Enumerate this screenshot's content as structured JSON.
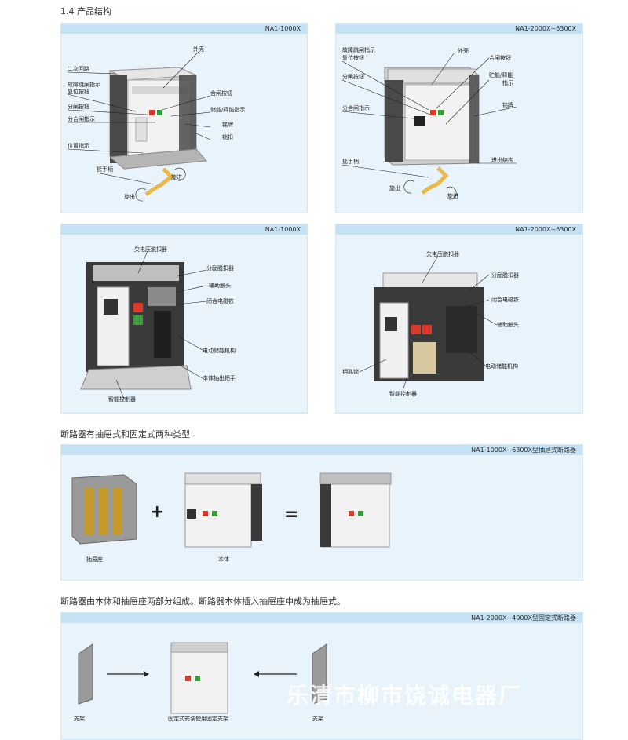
{
  "section": {
    "title": "1.4 产品结构"
  },
  "panels": {
    "p1": {
      "model": "NA1-1000X",
      "labels": [
        "外壳",
        "二次回路",
        "故障跳闸指示",
        "复位按钮",
        "合闸按钮",
        "分闸按钮",
        "储能/释能指示",
        "分合闸指示",
        "铭牌",
        "锁扣",
        "位置指示",
        "摇手柄",
        "旋进",
        "旋出"
      ]
    },
    "p2": {
      "model": "NA1-2000X~6300X",
      "labels": [
        "故障跳闸指示",
        "复位按钮",
        "外壳",
        "合闸按钮",
        "贮能/释能",
        "指示",
        "分闸按钮",
        "铭牌",
        "分合闸指示",
        "摇手柄",
        "进出结构",
        "旋出",
        "旋进"
      ]
    },
    "p3": {
      "model": "NA1-1000X",
      "labels": [
        "欠电压脱扣器",
        "分励脱扣器",
        "辅助触头",
        "闭合电磁铁",
        "电动储能机构",
        "本体抽出把手",
        "智能控制器"
      ]
    },
    "p4": {
      "model": "NA1-2000X~6300X",
      "labels": [
        "欠电压脱扣器",
        "分励脱扣器",
        "闭合电磁铁",
        "辅助触头",
        "电动储能机构",
        "钥匙锁",
        "智能控制器"
      ]
    }
  },
  "types": {
    "title": "断路器有抽屉式和固定式两种类型",
    "panel_header": "NA1-1000X~6300X型抽屉式断路器",
    "labels": [
      "抽屉座",
      "本体"
    ],
    "plus": "+",
    "equals": "="
  },
  "fixed": {
    "title": "断路器由本体和抽屉座两部分组成。断路器本体插入抽屉座中成为抽屉式。",
    "panel_header": "NA1-2000X~4000X型固定式断路器",
    "labels": [
      "支架",
      "固定式安装使用固定支架",
      "支架"
    ]
  },
  "watermark": "乐清市柳市饶诚电器厂",
  "colors": {
    "panel_bg": "#e8f3fb",
    "panel_header": "#c5e2f4",
    "device_grey": "#c8c8c8",
    "red_button": "#d93a2b",
    "green_button": "#3a9a3a",
    "handle_yellow": "#e8b84a"
  }
}
